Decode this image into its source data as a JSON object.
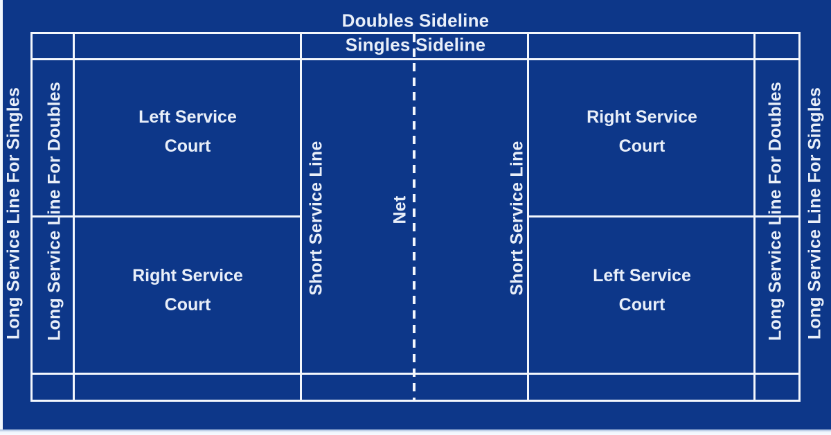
{
  "diagram": {
    "type": "badminton-court",
    "colors": {
      "background": "#0d3789",
      "line": "#f3f7fd",
      "text": "#e9eff9",
      "page_edge": "#f2f7fd"
    },
    "labels": {
      "doubles_sideline": "Doubles Sideline",
      "singles_sideline": "Singles Sideline",
      "long_service_line_singles": "Long Service Line For Singles",
      "long_service_line_doubles": "Long Service Line For Doubles",
      "short_service_line": "Short Service Line",
      "net": "Net"
    },
    "service_courts": [
      {
        "position": "upper-left",
        "label": "Left Service Court"
      },
      {
        "position": "lower-left",
        "label": "Right Service Court"
      },
      {
        "position": "upper-right",
        "label": "Right Service Court"
      },
      {
        "position": "lower-right",
        "label": "Left Service Court"
      }
    ]
  }
}
